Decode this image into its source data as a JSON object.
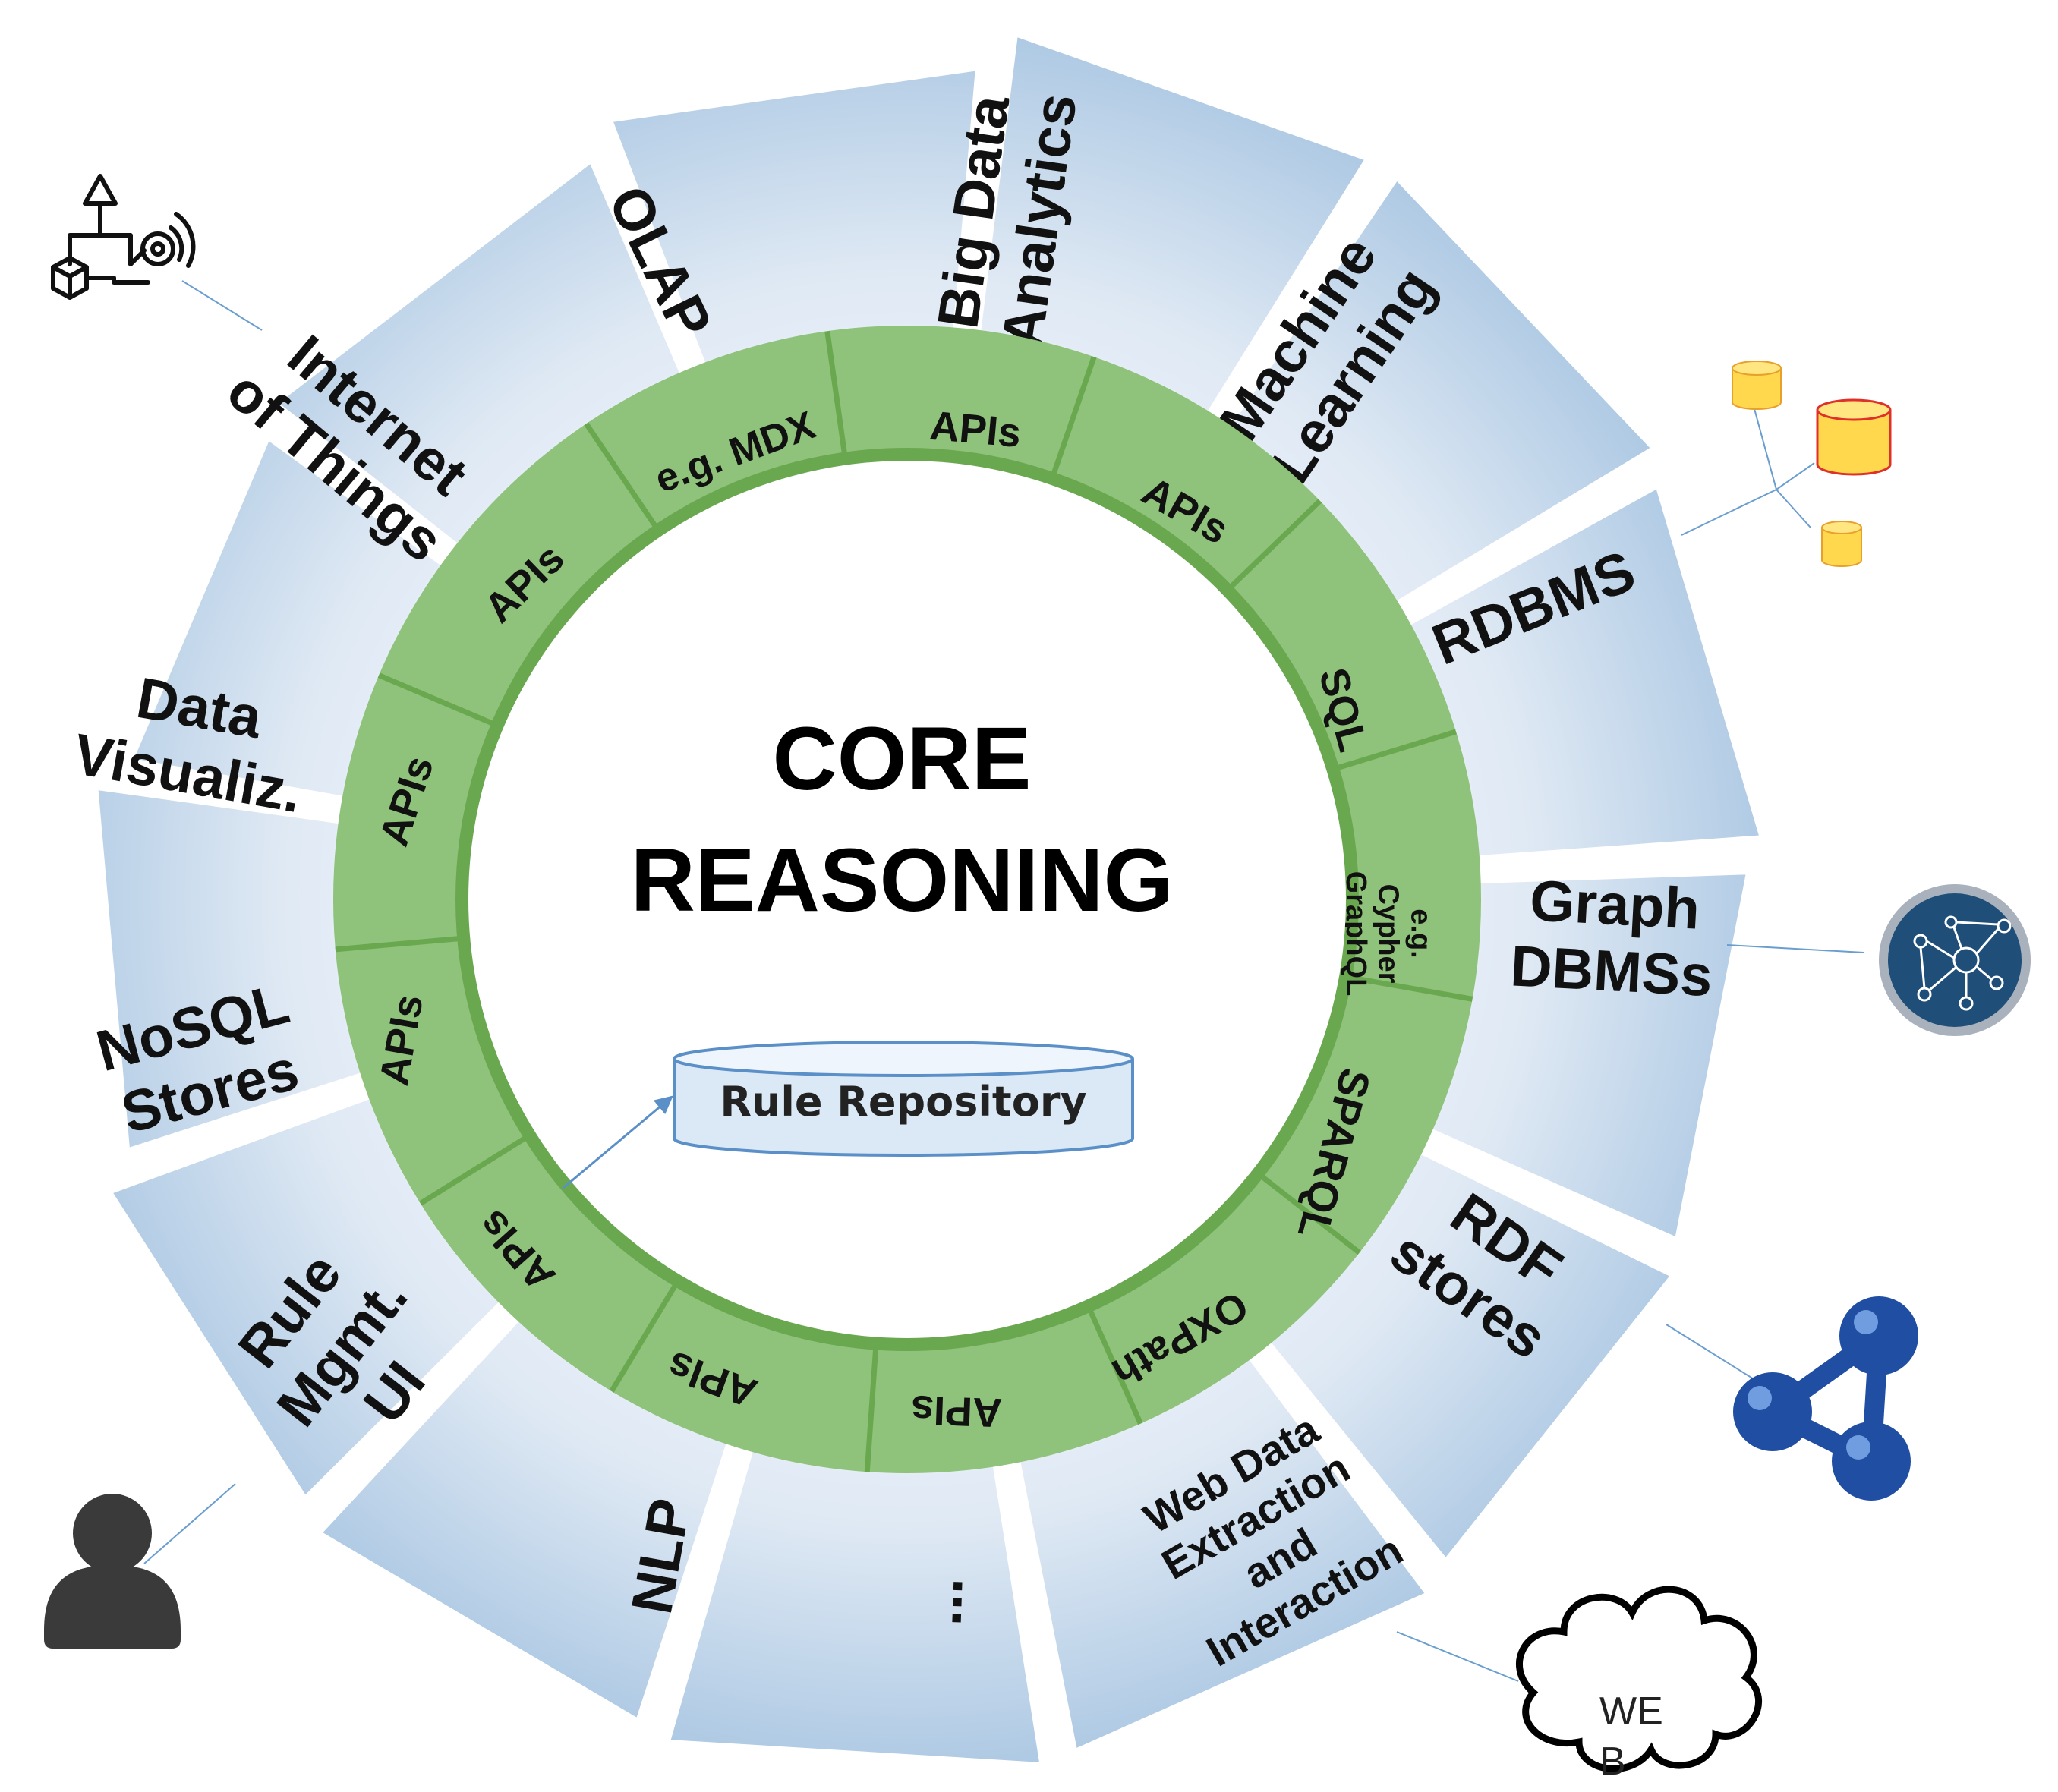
{
  "center": {
    "line1": "CORE",
    "line2": "REASONING"
  },
  "repository": {
    "label": "Rule Repository"
  },
  "segments": [
    {
      "id": "olap",
      "lines": [
        "OLAP"
      ],
      "api": "e.g. MDX"
    },
    {
      "id": "bigdata",
      "lines": [
        "Big Data",
        "Analytics"
      ],
      "api": "APIs"
    },
    {
      "id": "ml",
      "lines": [
        "Machine",
        "Learning"
      ],
      "api": "APIs"
    },
    {
      "id": "rdbms",
      "lines": [
        "RDBMS"
      ],
      "api": "SQL"
    },
    {
      "id": "graph",
      "lines": [
        "Graph",
        "DBMSs"
      ],
      "api": "e.g. Cypher GraphQL"
    },
    {
      "id": "rdf",
      "lines": [
        "RDF",
        "stores"
      ],
      "api": "SPARQL"
    },
    {
      "id": "web",
      "lines": [
        "Web Data",
        "Extraction",
        "and",
        "Interaction"
      ],
      "api": "OXPath"
    },
    {
      "id": "more",
      "lines": [
        "..."
      ],
      "api": "APIs"
    },
    {
      "id": "nlp",
      "lines": [
        "NLP"
      ],
      "api": "APIs"
    },
    {
      "id": "rulemgmt",
      "lines": [
        "Rule",
        "Mgmt.",
        "UI"
      ],
      "api": "APIs"
    },
    {
      "id": "nosql",
      "lines": [
        "NoSQL",
        "Stores"
      ],
      "api": "APIs"
    },
    {
      "id": "dataviz",
      "lines": [
        "Data",
        "Visualiz."
      ],
      "api": "APIs"
    },
    {
      "id": "iot",
      "lines": [
        "Internet",
        "of Things"
      ],
      "api": "APIs"
    }
  ],
  "icons": [
    {
      "name": "iot-icon"
    },
    {
      "name": "database-cluster-icon"
    },
    {
      "name": "graph-network-icon"
    },
    {
      "name": "rdf-molecule-icon"
    },
    {
      "name": "web-cloud-icon",
      "label": "WEB"
    },
    {
      "name": "user-icon"
    }
  ],
  "colors": {
    "segment_edge": "#b7cfe6",
    "segment_center": "#f4f8fc",
    "ring": "#8fc27a",
    "ring_dark": "#6aa850",
    "cloud_stroke": "#000000",
    "graph_icon": "#1f4e79",
    "molecule": "#1f4ea3",
    "cylinder_fill": "#ffd84d",
    "cylinder_stroke": "#e0302a"
  }
}
